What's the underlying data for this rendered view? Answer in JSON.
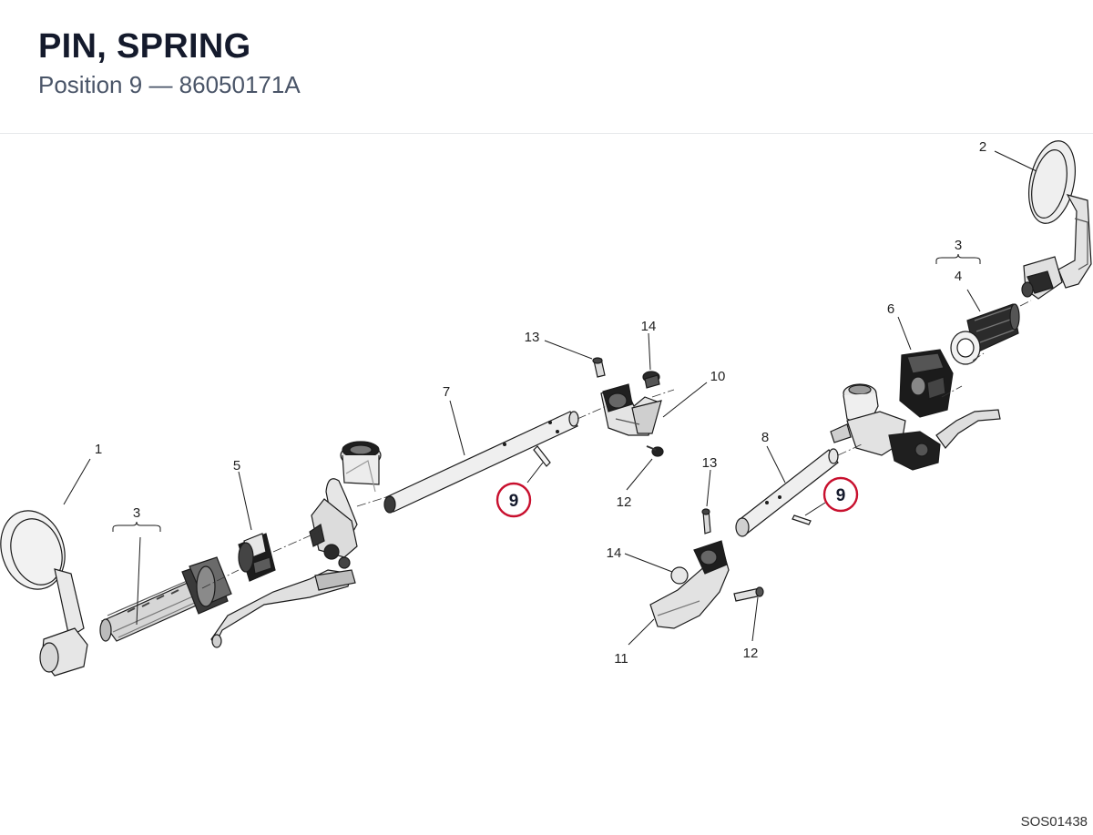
{
  "header": {
    "title": "PIN, SPRING",
    "position_label": "Position",
    "position_number": "9",
    "separator": "—",
    "part_number": "86050171A"
  },
  "highlight": {
    "number": "9",
    "color": "#c8102e"
  },
  "callouts": {
    "c1": "1",
    "c2": "2",
    "c3a": "3",
    "c3b": "3",
    "c4": "4",
    "c5": "5",
    "c6": "6",
    "c7": "7",
    "c8": "8",
    "c10": "10",
    "c11": "11",
    "c12a": "12",
    "c12b": "12",
    "c13a": "13",
    "c13b": "13",
    "c14a": "14",
    "c14b": "14"
  },
  "drawing_code": "SOS01438"
}
